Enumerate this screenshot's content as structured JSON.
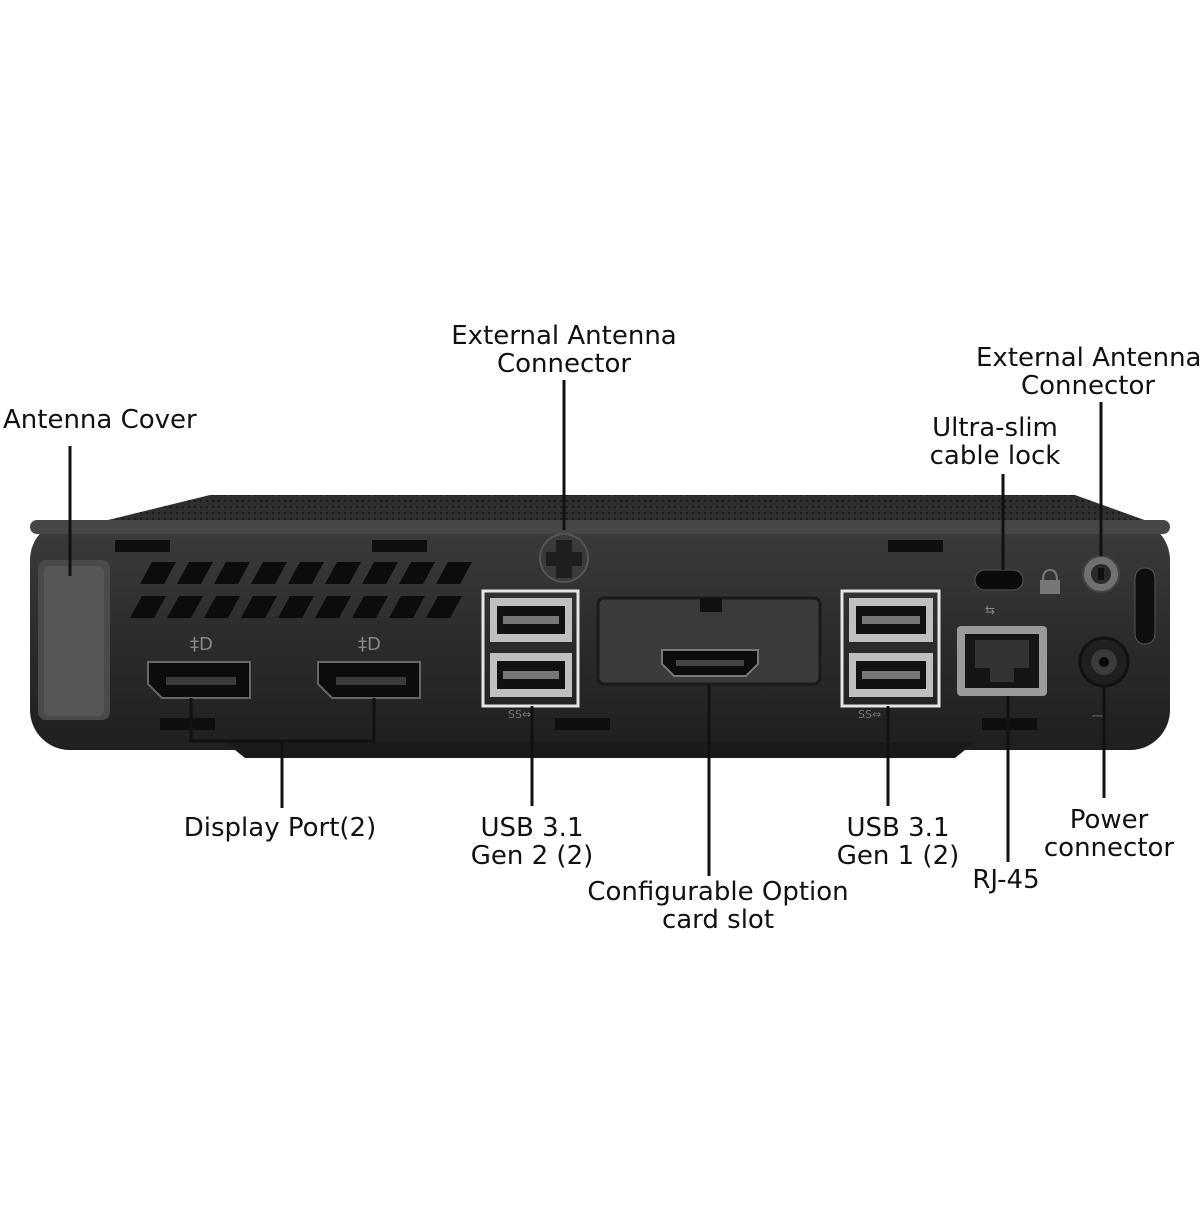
{
  "labels": {
    "antenna_cover": "Antenna Cover",
    "ext_antenna_center": [
      "External Antenna",
      "Connector"
    ],
    "ext_antenna_right": [
      "External Antenna",
      "Connector"
    ],
    "cable_lock": [
      "Ultra-slim",
      "cable lock"
    ],
    "display_port": "Display Port(2)",
    "usb_gen2": [
      "USB 3.1",
      "Gen 2 (2)"
    ],
    "option_slot": [
      "Configurable Option",
      "card slot"
    ],
    "usb_gen1": [
      "USB 3.1",
      "Gen 1 (2)"
    ],
    "rj45": "RJ-45",
    "power": [
      "Power",
      "connector"
    ]
  },
  "colors": {
    "chassis": "#2a2a2a",
    "chassis_top": "#3a3a3a",
    "port_dark": "#0c0c0c",
    "highlight_frame": "#e6e6e6",
    "leader_line": "#111111"
  },
  "icons": {
    "displayport_logo": "displayport-icon",
    "lock_logo": "lock-icon",
    "network_logo": "network-icon",
    "power_logo": "power-icon"
  }
}
